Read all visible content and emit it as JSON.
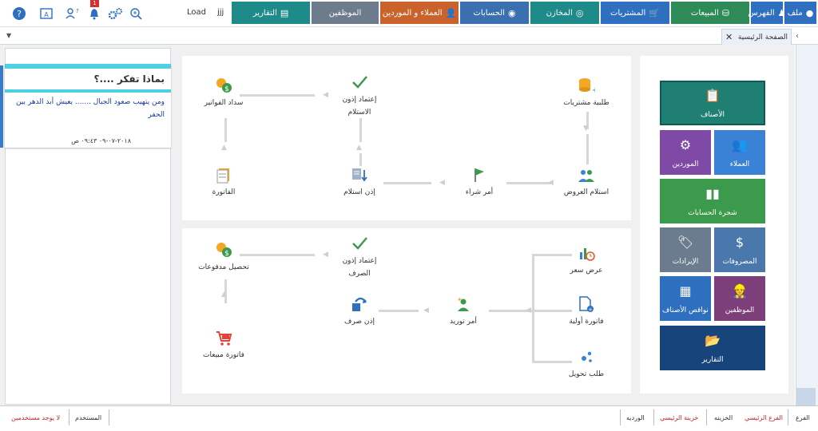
{
  "topbar": {
    "load_label": "Load",
    "user_label": "jjj",
    "notif_count": "1"
  },
  "nav": [
    {
      "label": "ملف",
      "color": "#2f6fbf"
    },
    {
      "label": "الفهرس",
      "color": "#2f6fbf"
    },
    {
      "label": "المبيعات",
      "color": "#2e8b57"
    },
    {
      "label": "المشتريات",
      "color": "#2f6fbf"
    },
    {
      "label": "المخازن",
      "color": "#1f8a8a"
    },
    {
      "label": "الحسابات",
      "color": "#3a6fb0"
    },
    {
      "label": "العملاء و الموردين",
      "color": "#c9622b"
    },
    {
      "label": "الموظفين",
      "color": "#6d7b8d"
    },
    {
      "label": "التقارير",
      "color": "#1f8a8a"
    }
  ],
  "tab": {
    "label": "الصفحة الرئيسية"
  },
  "thought": {
    "title": "بماذا تفكر ....؟",
    "body": "ومن يتهيب صعود الجبال ....... يعيش أبد الدهر بين الحفر",
    "time": "٢٠١٨-٠٧-٠٩ ٠٩:٤٣ ص"
  },
  "flow1": {
    "purchase_request": "طلبية مشتريات",
    "approve_receipt_1": "إعتماد إذون",
    "approve_receipt_2": "الاستلام",
    "pay_bills": "سداد الفواتير",
    "receive_offers": "استلام العروض",
    "purchase_order": "أمر شراء",
    "receipt_permit": "إذن استلام",
    "invoice": "الفاتورة"
  },
  "flow2": {
    "price_quote": "عرض سعر",
    "approve_issue_1": "إعتماد إذون",
    "approve_issue_2": "الصرف",
    "collect_payments": "تحصيل مدفوعات",
    "proforma": "فاتورة أولية",
    "supply_order": "أمر توريد",
    "issue_permit": "إذن صرف",
    "transfer_request": "طلب تحويل",
    "sales_invoice": "فاتورة مبيعات"
  },
  "tiles": {
    "items": "الأصناف",
    "customers": "العملاء",
    "suppliers": "الموردين",
    "chart_accounts": "شجرة الحسابات",
    "expenses": "المصروفات",
    "revenues": "الإيرادات",
    "employees": "الموظفين",
    "shortages": "نواقص الأصناف",
    "reports": "التقارير"
  },
  "status": {
    "branch_lbl": "الفرع",
    "branch_val": "الفرع الرئيسي",
    "safe_lbl": "الخزينه",
    "safe_val": "خزينة الرئيسي",
    "shift_lbl": "الورديه",
    "user_lbl": "المستخدم",
    "user_val": "لا يوجد مستخدمين"
  },
  "colors": {
    "teal": "#1f7f72",
    "blue": "#3a82d6",
    "purple": "#7e4aa6",
    "green": "#3c9a4c",
    "slate": "#6b7c8e",
    "steel": "#4a78ad",
    "plum": "#7d3f7a",
    "navy": "#17447a",
    "red_text": "#c62828"
  }
}
